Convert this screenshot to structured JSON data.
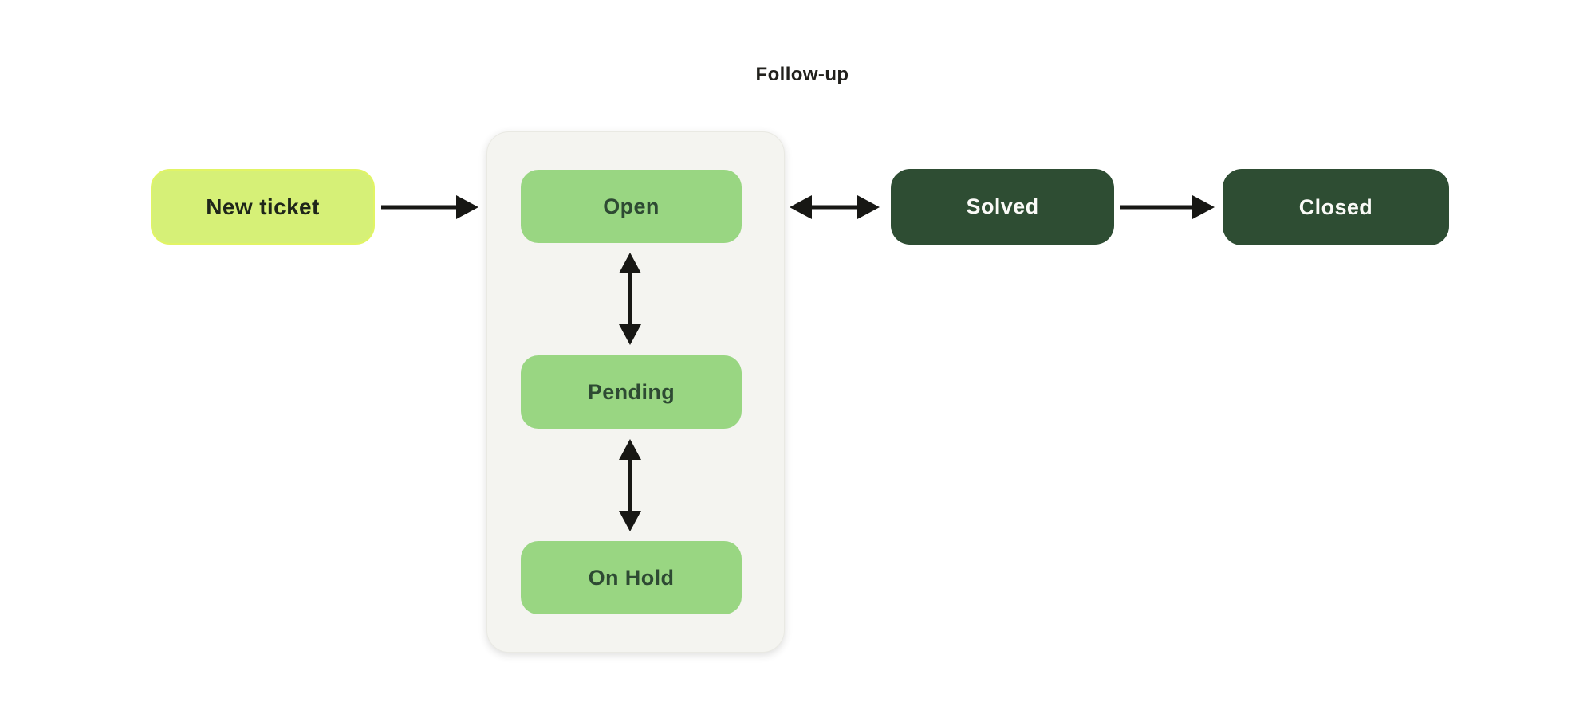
{
  "diagram": {
    "title": "Follow-up",
    "type": "flowchart",
    "nodes": {
      "new_ticket": {
        "label": "New ticket",
        "color": "#d6f077",
        "text_color": "#1f261a"
      },
      "open": {
        "label": "Open",
        "color": "#99d682",
        "text_color": "#2e4a33"
      },
      "pending": {
        "label": "Pending",
        "color": "#99d682",
        "text_color": "#2e4a33"
      },
      "on_hold": {
        "label": "On Hold",
        "color": "#99d682",
        "text_color": "#2e4a33"
      },
      "solved": {
        "label": "Solved",
        "color": "#2e4d33",
        "text_color": "#ffffff"
      },
      "closed": {
        "label": "Closed",
        "color": "#2e4d33",
        "text_color": "#ffffff"
      }
    },
    "group": {
      "members": [
        "open",
        "pending",
        "on_hold"
      ],
      "background": "#f4f4f0"
    },
    "edges": [
      {
        "from": "new_ticket",
        "to": "open",
        "direction": "one-way"
      },
      {
        "from": "open",
        "to": "pending",
        "direction": "two-way"
      },
      {
        "from": "pending",
        "to": "on_hold",
        "direction": "two-way"
      },
      {
        "from": "open",
        "to": "solved",
        "direction": "two-way",
        "label": "Follow-up"
      },
      {
        "from": "solved",
        "to": "closed",
        "direction": "one-way"
      }
    ],
    "colors": {
      "background": "#ffffff",
      "arrow": "#171714",
      "panel_bg": "#f4f4f0",
      "new_ticket_bg": "#d6f077",
      "active_status_bg": "#99d682",
      "terminal_status_bg": "#2e4d33",
      "label_text": "#21201c"
    }
  }
}
